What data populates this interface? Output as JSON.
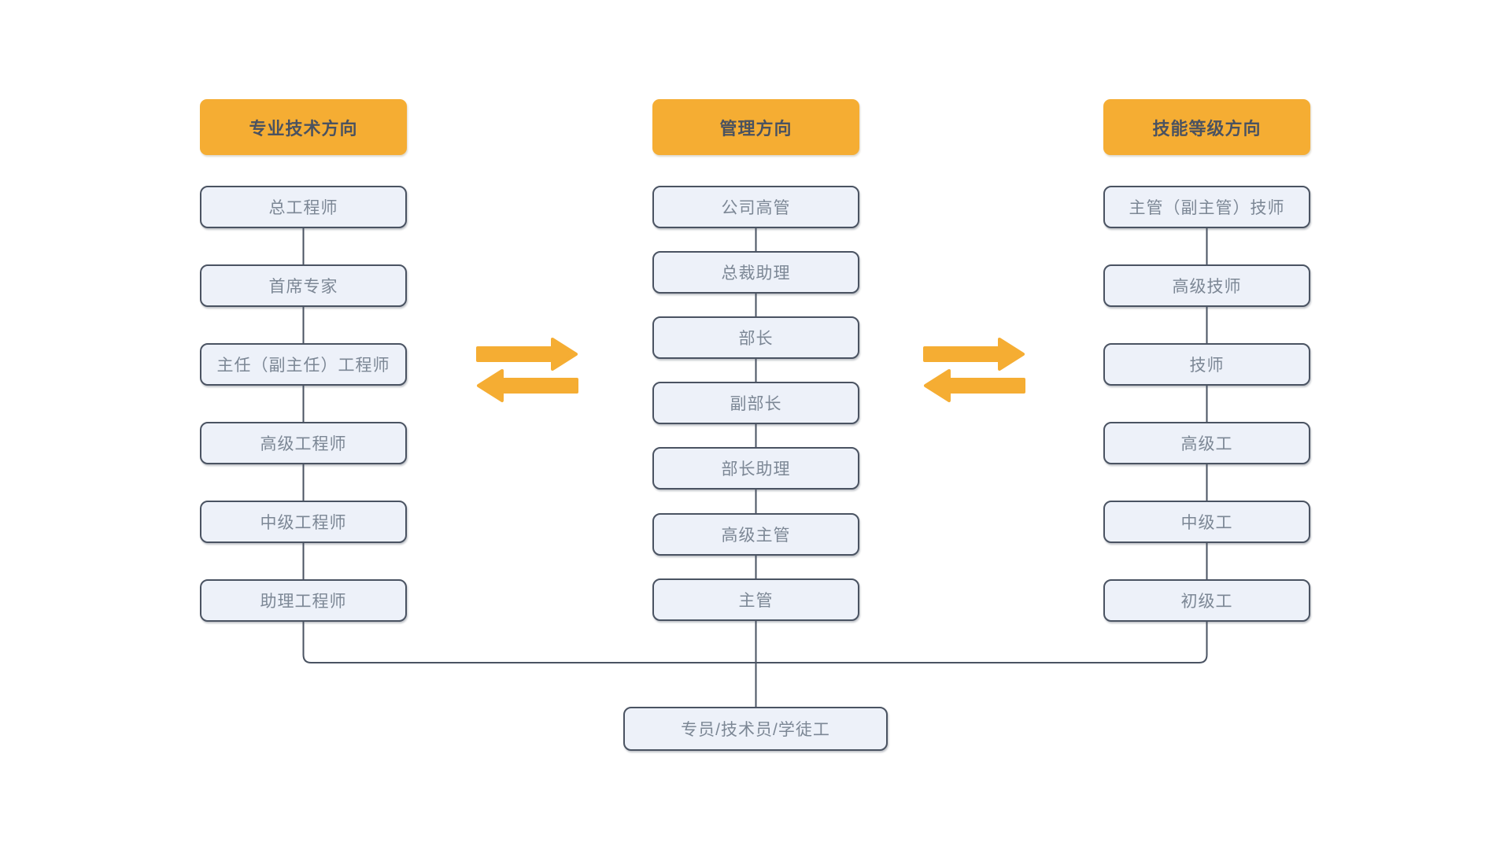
{
  "columns": [
    {
      "header": "专业技术方向",
      "items": [
        "总工程师",
        "首席专家",
        "主任（副主任）工程师",
        "高级工程师",
        "中级工程师",
        "助理工程师"
      ]
    },
    {
      "header": "管理方向",
      "items": [
        "公司高管",
        "总裁助理",
        "部长",
        "副部长",
        "部长助理",
        "高级主管",
        "主管"
      ]
    },
    {
      "header": "技能等级方向",
      "items": [
        "主管（副主管）技师",
        "高级技师",
        "技师",
        "高级工",
        "中级工",
        "初级工"
      ]
    }
  ],
  "bottom": {
    "label": "专员/技术员/学徒工"
  },
  "icons": {
    "swap_arrows": "bidirectional-swap-arrows-icon"
  },
  "colors": {
    "accent_orange": "#F5AD33",
    "box_fill": "#EDF1F9",
    "box_border": "#4A5362",
    "box_text": "#7C8795",
    "header_text": "#4A5260",
    "connector_line": "#4A5362",
    "background": "#FFFFFF"
  }
}
